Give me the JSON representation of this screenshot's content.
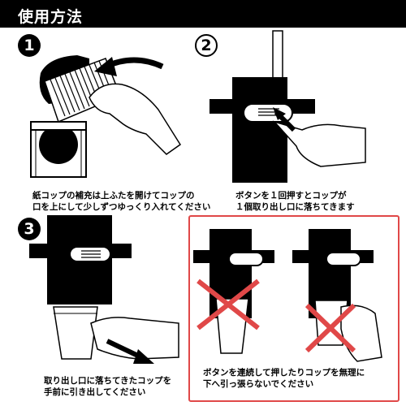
{
  "header": {
    "title": "使用方法"
  },
  "steps": [
    {
      "number": "1",
      "lines": [
        "紙コップの補充は上ふたを開けてコップの",
        "口を上にして少しずつゆっくり入れてください"
      ]
    },
    {
      "number": "2",
      "lines": [
        "ボタンを１回押すとコップが",
        "１個取り出し口に落ちてきます"
      ]
    },
    {
      "number": "3",
      "lines": [
        "取り出し口に落ちてきたコップを",
        "手前に引き出してください"
      ]
    }
  ],
  "warning": {
    "lines": [
      "ボタンを連続して押したりコップを無理に",
      "下へ引っ張らないでください"
    ],
    "color": "#e04848"
  }
}
